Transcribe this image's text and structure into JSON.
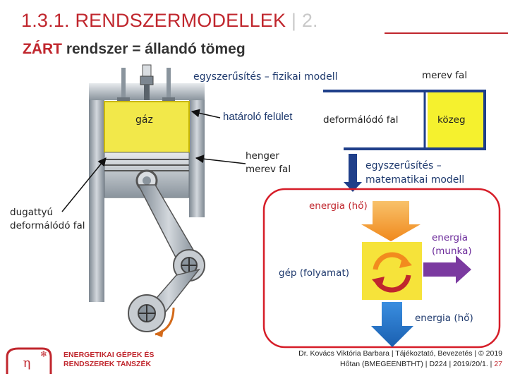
{
  "header": {
    "title_main": "1.3.1. RENDSZERMODELLEK",
    "title_sep": " | ",
    "title_num": "2.",
    "subtitle_highlight": "ZÁRT",
    "subtitle_rest": " rendszer = állandó tömeg"
  },
  "engine": {
    "gas_label": "gáz",
    "boundary_label": "határoló felület"
  },
  "physical_model": {
    "heading": "egyszerűsítés – fizikai modell",
    "rigid_wall": "merev fal",
    "deformable_wall": "deformálódó fal",
    "medium": "közeg"
  },
  "labels": {
    "cylinder_line1": "henger",
    "cylinder_line2": "merev fal",
    "piston_line1": "dugattyú",
    "piston_line2": "deformálódó fal"
  },
  "math_model": {
    "heading_line1": "egyszerűsítés –",
    "heading_line2": "matematikai modell",
    "energy_heat_in": "energia (hő)",
    "energy_work_line1": "energia",
    "energy_work_line2": "(munka)",
    "machine": "gép (folyamat)",
    "energy_heat_out": "energia (hő)"
  },
  "footer": {
    "line1": "Dr. Kovács Viktória Barbara | Tájékoztató, Bevezetés | © 2019",
    "line2": "Hőtan (BMEGEENBTHT) | D224 | 2019/20/1. | ",
    "page": "27"
  },
  "logo": {
    "line1": "ENERGETIKAI GÉPEK ÉS",
    "line2": "RENDSZEREK TANSZÉK"
  },
  "colors": {
    "accent": "#c0262d",
    "gas": "#f2e84a",
    "heat_arrow_in": "#f39a2b",
    "heat_arrow_out": "#1f73c9",
    "work_arrow": "#7b3aa0"
  }
}
